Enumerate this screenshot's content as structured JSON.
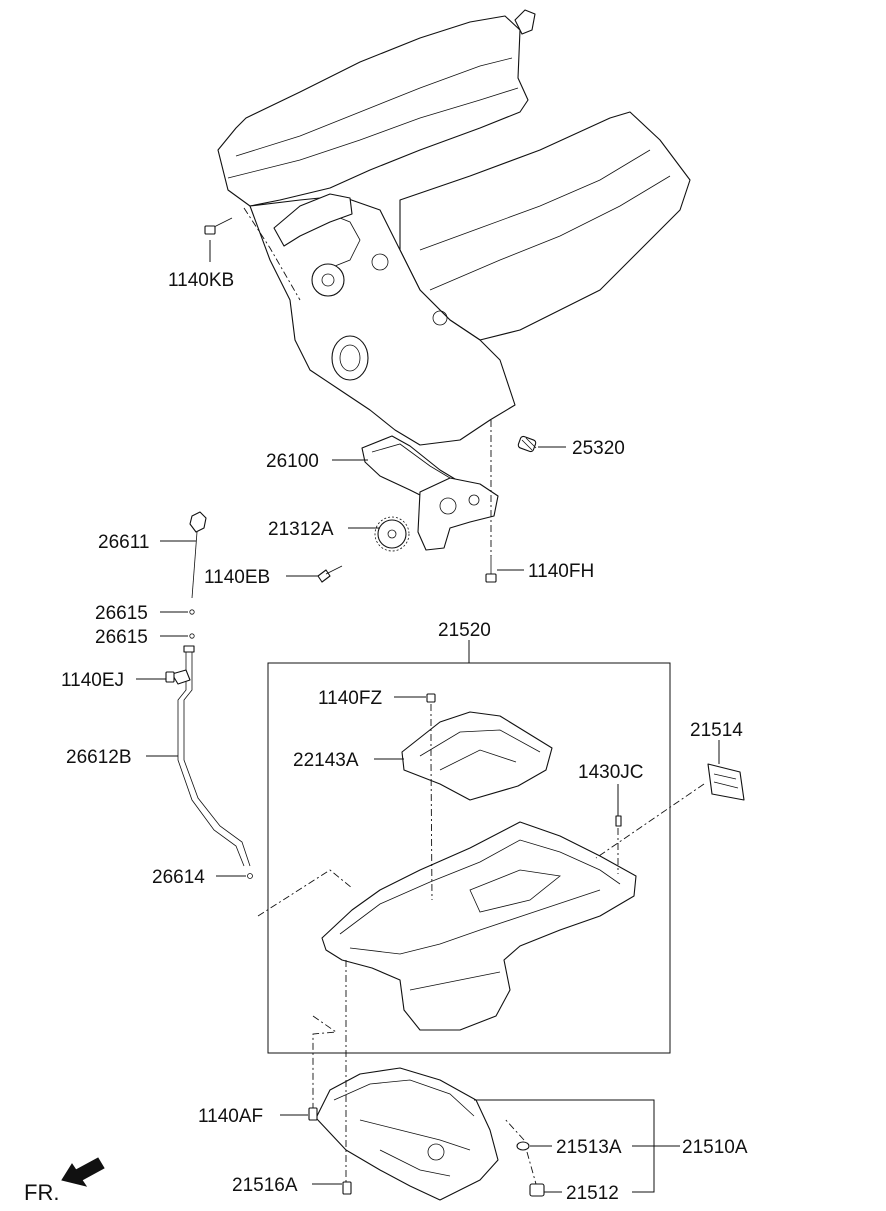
{
  "diagram": {
    "direction_label": "FR.",
    "callouts": {
      "c1140KB": "1140KB",
      "c25320": "25320",
      "c26100": "26100",
      "c21312A": "21312A",
      "c1140EB": "1140EB",
      "c1140FH": "1140FH",
      "c26611": "26611",
      "c26615a": "26615",
      "c26615b": "26615",
      "c1140EJ": "1140EJ",
      "c26612B": "26612B",
      "c26614": "26614",
      "c21520": "21520",
      "c1140FZ": "1140FZ",
      "c22143A": "22143A",
      "c21514": "21514",
      "c1430JC": "1430JC",
      "c1140AF": "1140AF",
      "c21516A": "21516A",
      "c21513A": "21513A",
      "c21510A": "21510A",
      "c21512": "21512"
    }
  }
}
